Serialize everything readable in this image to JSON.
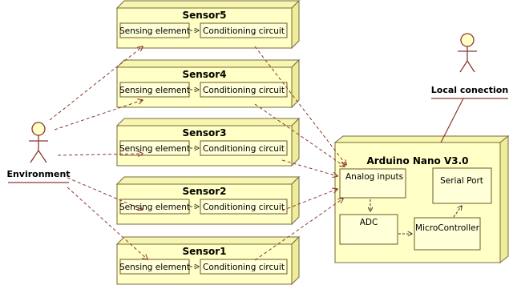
{
  "diagram": {
    "sensors": [
      {
        "title": "Sensor5",
        "sensing": "Sensing element",
        "conditioning": "Conditioning circuit"
      },
      {
        "title": "Sensor4",
        "sensing": "Sensing element",
        "conditioning": "Conditioning circuit"
      },
      {
        "title": "Sensor3",
        "sensing": "Sensing element",
        "conditioning": "Conditioning circuit"
      },
      {
        "title": "Sensor2",
        "sensing": "Sensing element",
        "conditioning": "Conditioning circuit"
      },
      {
        "title": "Sensor1",
        "sensing": "Sensing element",
        "conditioning": "Conditioning circuit"
      }
    ],
    "arduino": {
      "title": "Arduino Nano V3.0",
      "analog_inputs": "Analog inputs",
      "adc": "ADC",
      "serial_port": "Serial Port",
      "microcontroller": "MicroController"
    },
    "actors": {
      "environment": "Environment",
      "local": "Local conection"
    }
  }
}
